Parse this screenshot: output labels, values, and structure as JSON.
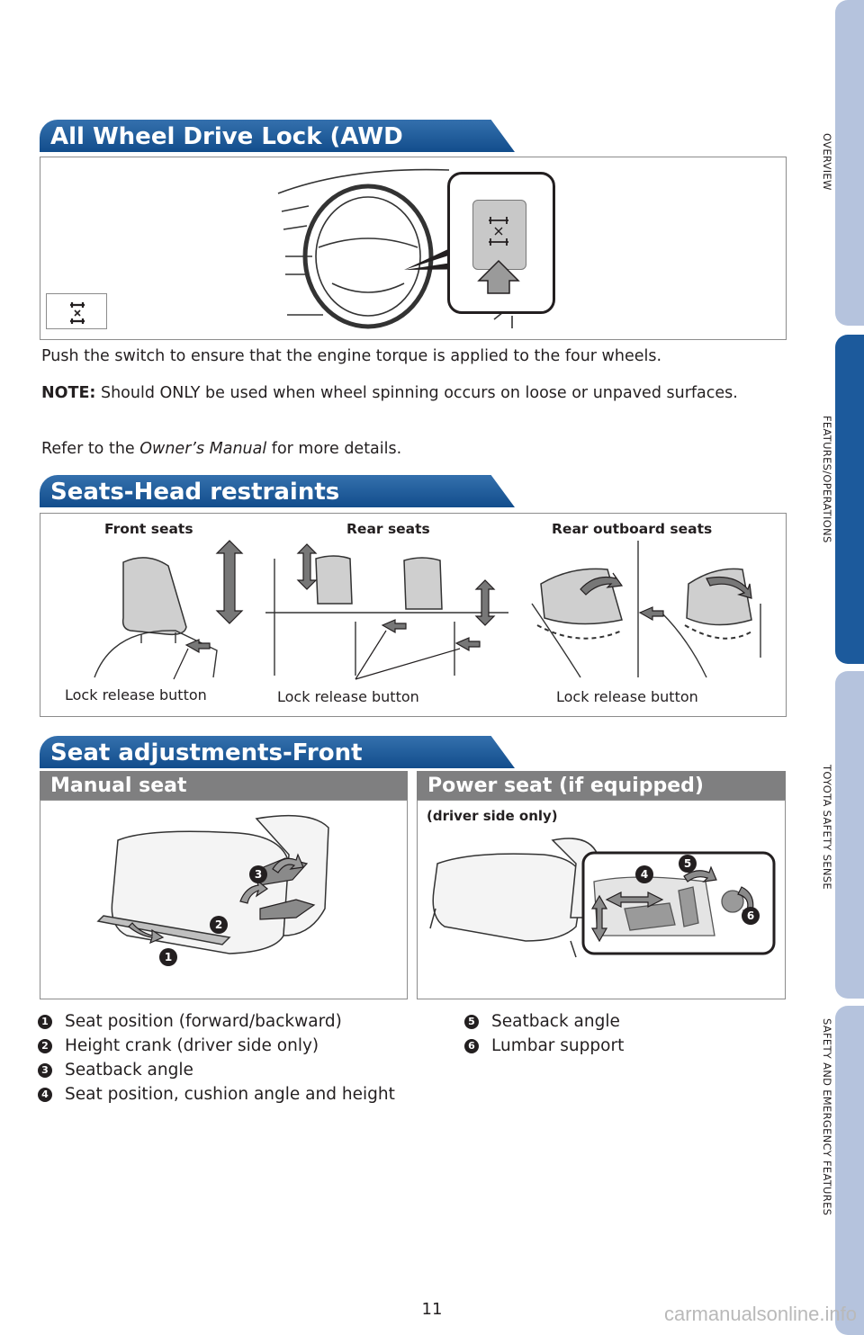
{
  "sidebar": {
    "tabs": [
      {
        "label": "OVERVIEW",
        "active": false
      },
      {
        "label": "FEATURES/OPERATIONS",
        "active": true
      },
      {
        "label": "TOYOTA SAFETY SENSE",
        "active": false
      },
      {
        "label": "SAFETY AND EMERGENCY FEATURES",
        "active": false
      }
    ]
  },
  "awd": {
    "title": "All Wheel Drive Lock (AWD models)",
    "body": "Push the switch to ensure that the engine torque is applied to the four wheels.",
    "note_label": "NOTE:",
    "note_text": " Should ONLY be used when wheel spinning occurs on loose or unpaved surfaces.",
    "refer_prefix": "Refer to the ",
    "refer_manual": "Owner’s Manual",
    "refer_suffix": " for more details."
  },
  "head_restraints": {
    "title": "Seats-Head restraints",
    "columns": [
      "Front seats",
      "Rear seats",
      "Rear outboard seats"
    ],
    "lock_label": "Lock release button"
  },
  "seat_adjust": {
    "title": "Seat adjustments-Front",
    "manual_title": "Manual seat",
    "power_title": "Power seat (if equipped)",
    "power_note": "(driver side only)",
    "legend": [
      {
        "num": "1",
        "text": "Seat position (forward/backward)"
      },
      {
        "num": "2",
        "text": "Height crank (driver side only)"
      },
      {
        "num": "3",
        "text": "Seatback angle"
      },
      {
        "num": "4",
        "text": "Seat position, cushion angle and height"
      },
      {
        "num": "5",
        "text": "Seatback angle"
      },
      {
        "num": "6",
        "text": "Lumbar support"
      }
    ]
  },
  "page_number": "11",
  "watermark": "carmanualsonline.info",
  "colors": {
    "header_blue": "#1c5a9c",
    "tab_inactive": "#b5c3dd",
    "sub_header_gray": "#7f7f80"
  }
}
